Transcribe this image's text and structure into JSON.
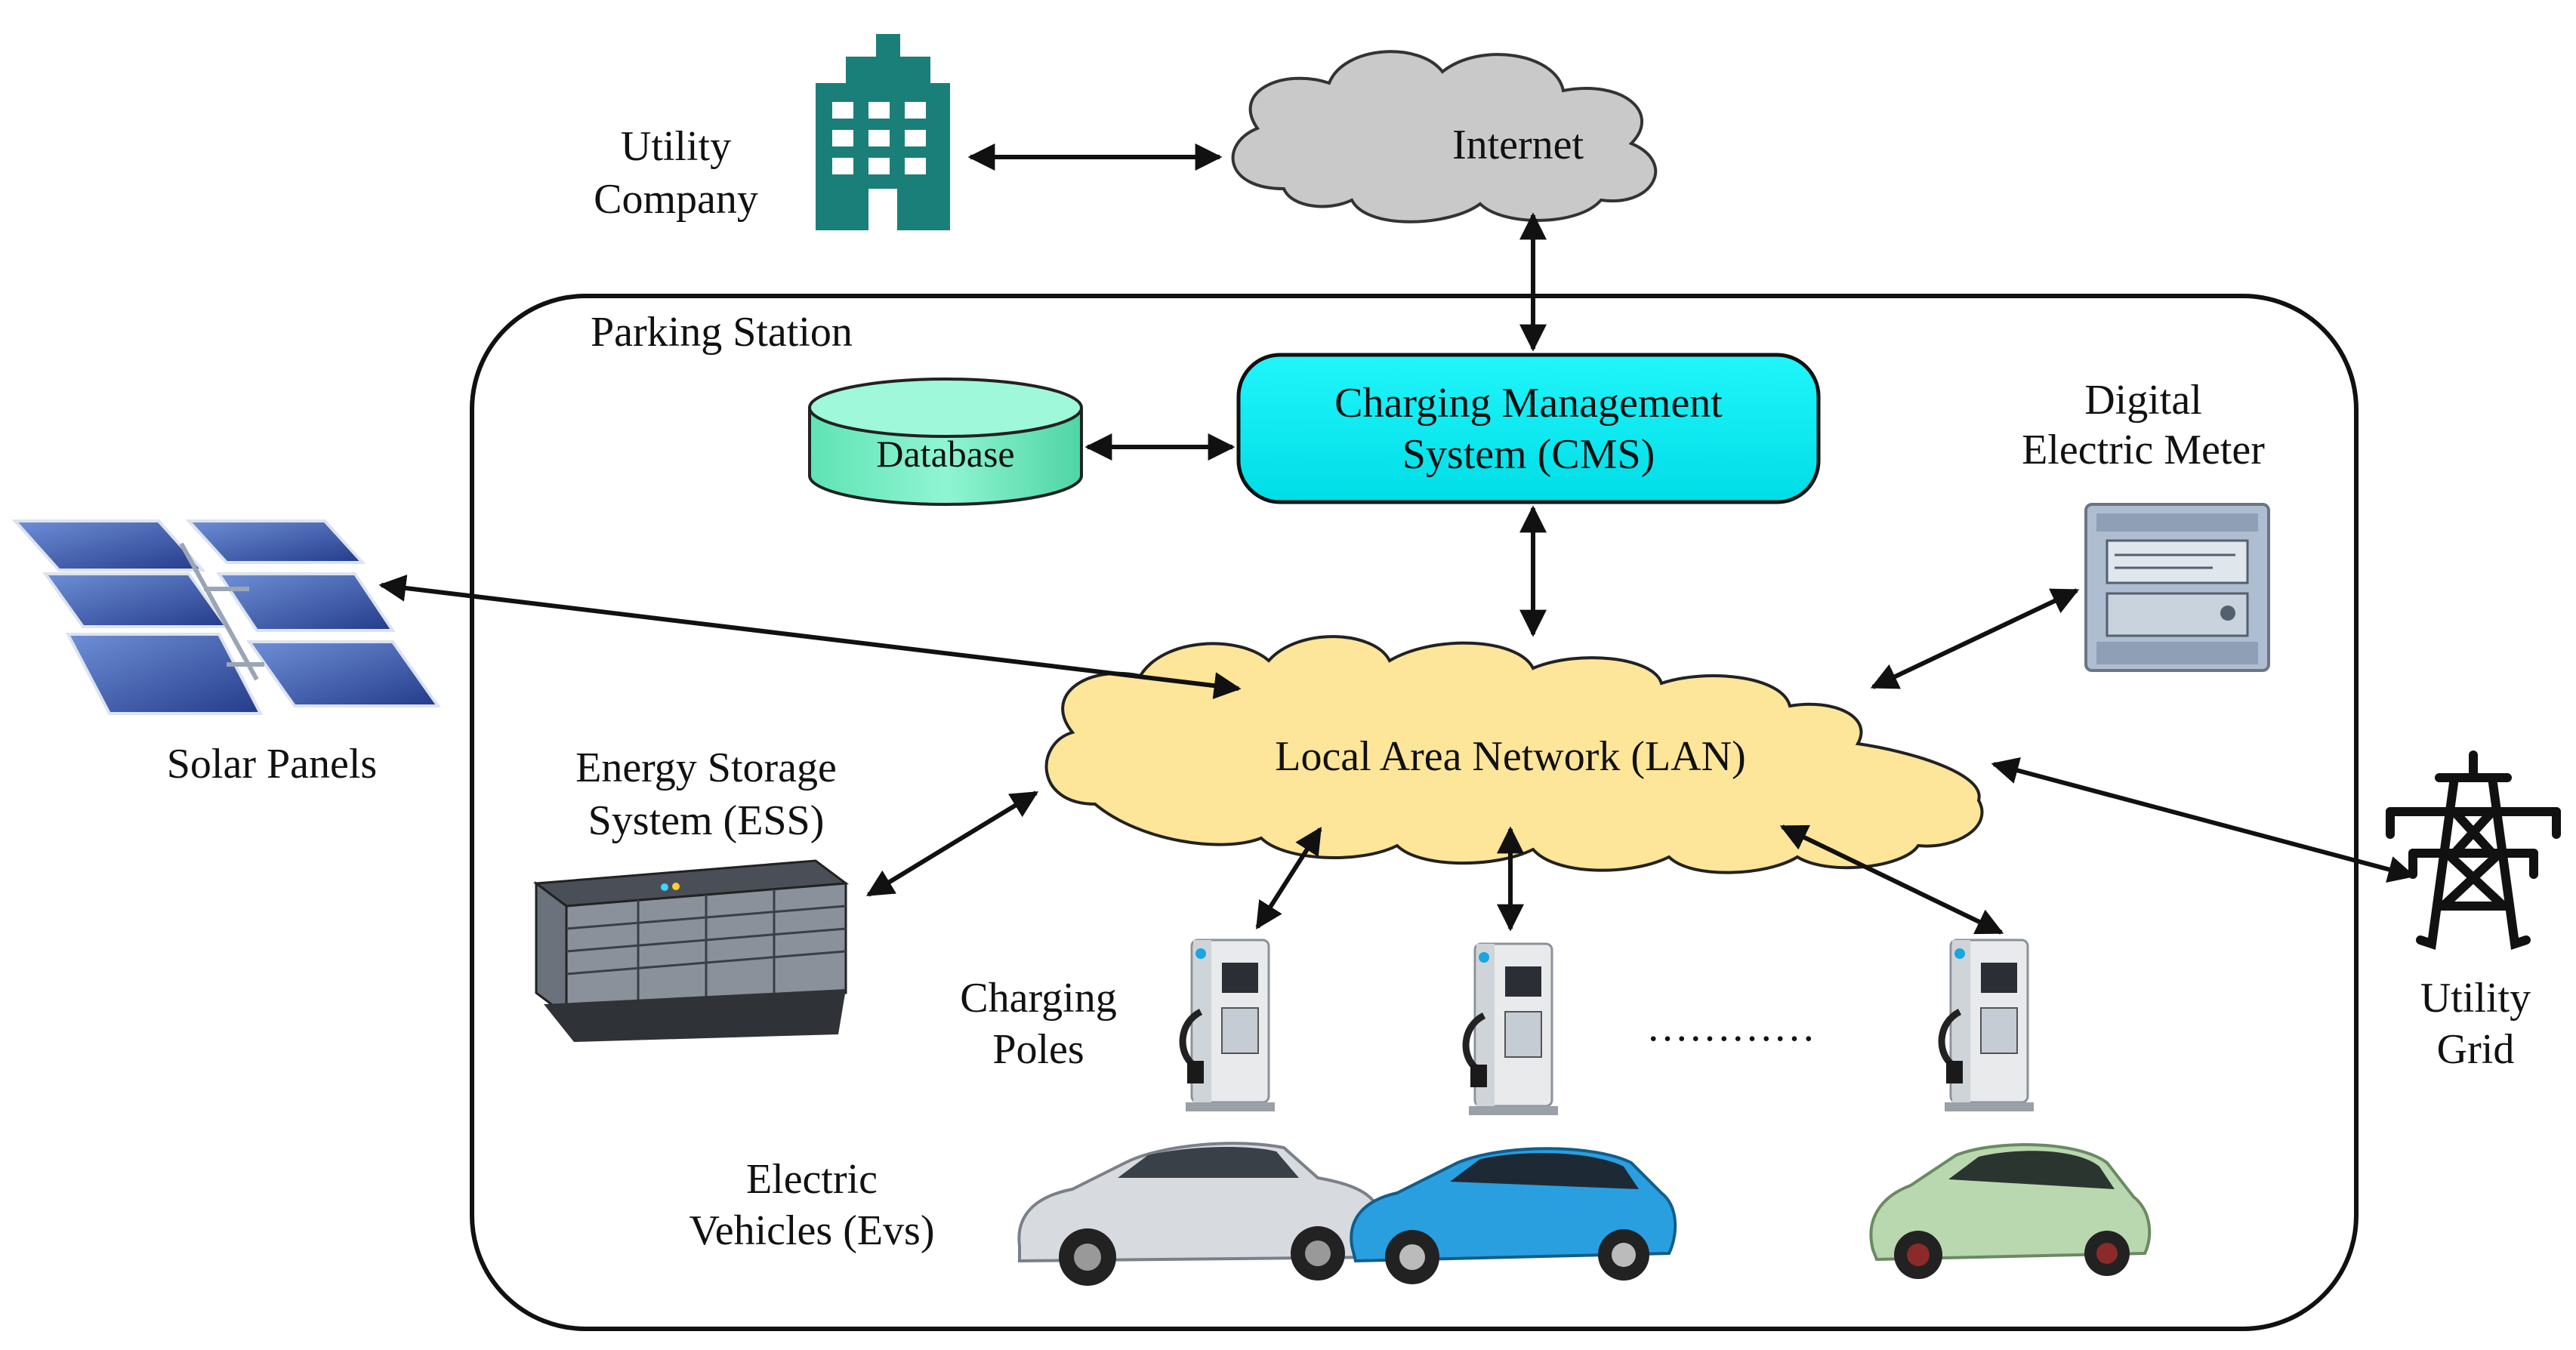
{
  "labels": {
    "utility_company": [
      "Utility",
      "Company"
    ],
    "internet": "Internet",
    "parking_station": "Parking Station",
    "database": "Database",
    "cms": [
      "Charging Management",
      "System (CMS)"
    ],
    "digital_meter": [
      "Digital",
      "Electric Meter"
    ],
    "solar_panels": "Solar Panels",
    "ess": [
      "Energy Storage",
      "System (ESS)"
    ],
    "lan": "Local Area Network (LAN)",
    "charging_poles": [
      "Charging",
      "Poles"
    ],
    "ellipsis": "…………",
    "utility_grid": [
      "Utility",
      "Grid"
    ],
    "evs": [
      "Electric",
      "Vehicles (Evs)"
    ]
  },
  "colors": {
    "building": "#1a7f78",
    "internet_cloud": "#c9c9c9",
    "lan_cloud": "#fde59a",
    "cms_box": "#00f0f5",
    "database": "#7df2c8",
    "stroke": "#111111"
  }
}
